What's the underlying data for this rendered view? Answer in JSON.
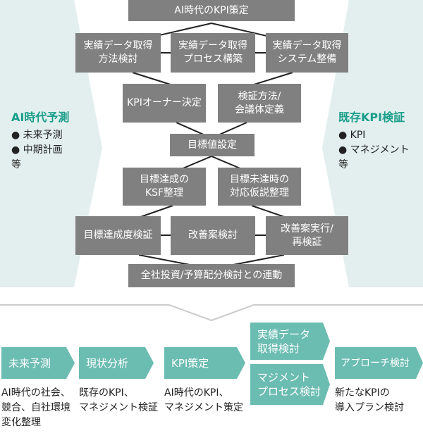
{
  "colors": {
    "box": "#808080",
    "teal": "#6bbcb1",
    "panel": "#e2efee",
    "teal_text": "#1a9e8a"
  },
  "flow": {
    "top": "AI時代のKPI策定",
    "row2": [
      "実績データ取得\n方法検討",
      "実績データ取得\nプロセス構築",
      "実績データ取得\nシステム整備"
    ],
    "row3": [
      "KPIオーナー決定",
      "検証方法/\n会議体定義"
    ],
    "row4": "目標値設定",
    "row5": [
      "目標達成の\nKSF整理",
      "目標未達時の\n対応仮説整理"
    ],
    "row6": [
      "目標達成度検証",
      "改善案検討",
      "改善案実行/\n再検証"
    ],
    "bottom": "全社投資/予算配分検討との連動"
  },
  "left_panel": {
    "title": "AI時代予測",
    "items": [
      "● 未来予測",
      "● 中期計画"
    ],
    "etc": "等"
  },
  "right_panel": {
    "title": "既存KPI検証",
    "items": [
      "● KPI",
      "● マネジメント"
    ],
    "etc": "等"
  },
  "steps": [
    {
      "label": "未来予測",
      "caption": "AI時代の社会、\n競合、自社環境\n変化整理"
    },
    {
      "label": "現状分析",
      "caption": "既存のKPI、\nマネジメント検証"
    },
    {
      "label": "KPI策定",
      "caption": "AI時代のKPI、\nマネジメント策定"
    },
    {
      "label": "実績データ\n取得検討"
    },
    {
      "label": "マジメント\nプロセス検討"
    },
    {
      "label": "アプローチ検討",
      "caption": "新たなKPIの\n導入プラン検討"
    }
  ]
}
